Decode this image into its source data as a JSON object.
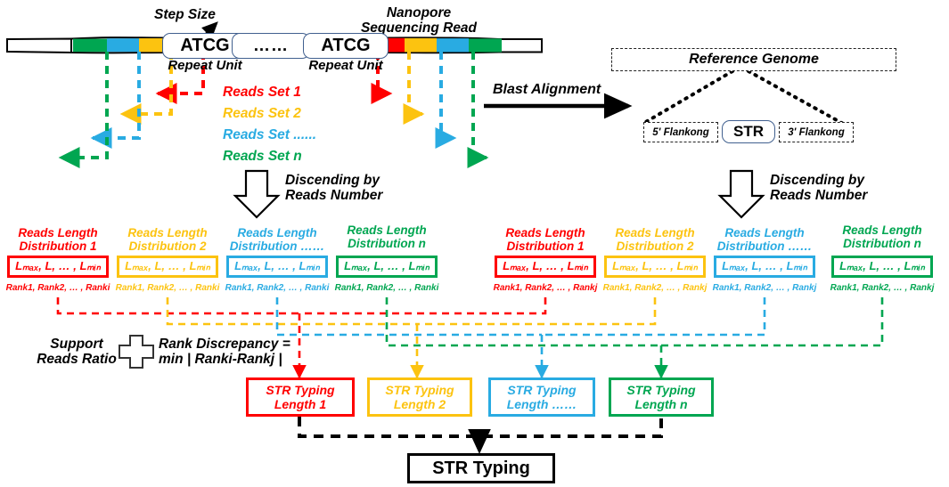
{
  "colors": {
    "set1": "#ff0000",
    "set2": "#fcc310",
    "set3": "#29abe2",
    "set4": "#00a651",
    "black": "#000000",
    "outline_blue": "#41608f"
  },
  "top": {
    "step_size_label": "Step Size",
    "nanopore_label": "Nanopore\nSequencing Read",
    "repeat_unit_left": {
      "seq": "ATCG",
      "caption": "Repeat Unit"
    },
    "ellipsis_unit": "……",
    "repeat_unit_right": {
      "seq": "ATCG",
      "caption": "Repeat Unit"
    },
    "read_sets": [
      {
        "label": "Reads Set 1",
        "color": "#ff0000"
      },
      {
        "label": "Reads Set 2",
        "color": "#fcc310"
      },
      {
        "label": "Reads Set ......",
        "color": "#29abe2"
      },
      {
        "label": "Reads Set n",
        "color": "#00a651"
      }
    ]
  },
  "blast": {
    "label": "Blast Alignment",
    "reference_genome": "Reference Genome",
    "five_flank": "5' Flankong",
    "str": "STR",
    "three_flank": "3' Flankong"
  },
  "descending": {
    "left_label": "Discending by\nReads Number",
    "right_label": "Discending by\nReads Number"
  },
  "distributions_left": [
    {
      "title": "Reads Length\nDistribution 1",
      "lengths": "Lₘₐₓ, L, … , Lₘᵢₙ",
      "ranks": "Rank1, Rank2, … , Ranki",
      "color": "#ff0000"
    },
    {
      "title": "Reads Length\nDistribution 2",
      "lengths": "Lₘₐₓ, L, … , Lₘᵢₙ",
      "ranks": "Rank1, Rank2, … , Ranki",
      "color": "#fcc310"
    },
    {
      "title": "Reads Length\nDistribution ……",
      "lengths": "Lₘₐₓ, L, … , Lₘᵢₙ",
      "ranks": "Rank1, Rank2, … , Ranki",
      "color": "#29abe2"
    },
    {
      "title": "Reads Length\nDistribution n",
      "lengths": "Lₘₐₓ, L, … , Lₘᵢₙ",
      "ranks": "Rank1, Rank2, … , Ranki",
      "color": "#00a651"
    }
  ],
  "distributions_right": [
    {
      "title": "Reads Length\nDistribution 1",
      "lengths": "Lₘₐₓ, L, … , Lₘᵢₙ",
      "ranks": "Rank1, Rank2, … , Rankj",
      "color": "#ff0000"
    },
    {
      "title": "Reads Length\nDistribution 2",
      "lengths": "Lₘₐₓ, L, … , Lₘᵢₙ",
      "ranks": "Rank1, Rank2, … , Rankj",
      "color": "#fcc310"
    },
    {
      "title": "Reads Length\nDistribution ……",
      "lengths": "Lₘₐₓ, L, … , Lₘᵢₙ",
      "ranks": "Rank1, Rank2, … , Rankj",
      "color": "#29abe2"
    },
    {
      "title": "Reads Length\nDistribution n",
      "lengths": "Lₘₐₓ, L, … , Lₘᵢₙ",
      "ranks": "Rank1, Rank2, … , Rankj",
      "color": "#00a651"
    }
  ],
  "formula": {
    "support_reads_ratio": "Support\nReads Ratio",
    "plus_icon": "plus-shape-icon",
    "rank_discrepancy": "Rank Discrepancy =\nmin | Ranki-Rankj |"
  },
  "str_typing_lengths": [
    {
      "label": "STR Typing\nLength 1",
      "color": "#ff0000"
    },
    {
      "label": "STR Typing\nLength 2",
      "color": "#fcc310"
    },
    {
      "label": "STR Typing\nLength ……",
      "color": "#29abe2"
    },
    {
      "label": "STR Typing\nLength n",
      "color": "#00a651"
    }
  ],
  "result": {
    "label": "STR Typing"
  }
}
